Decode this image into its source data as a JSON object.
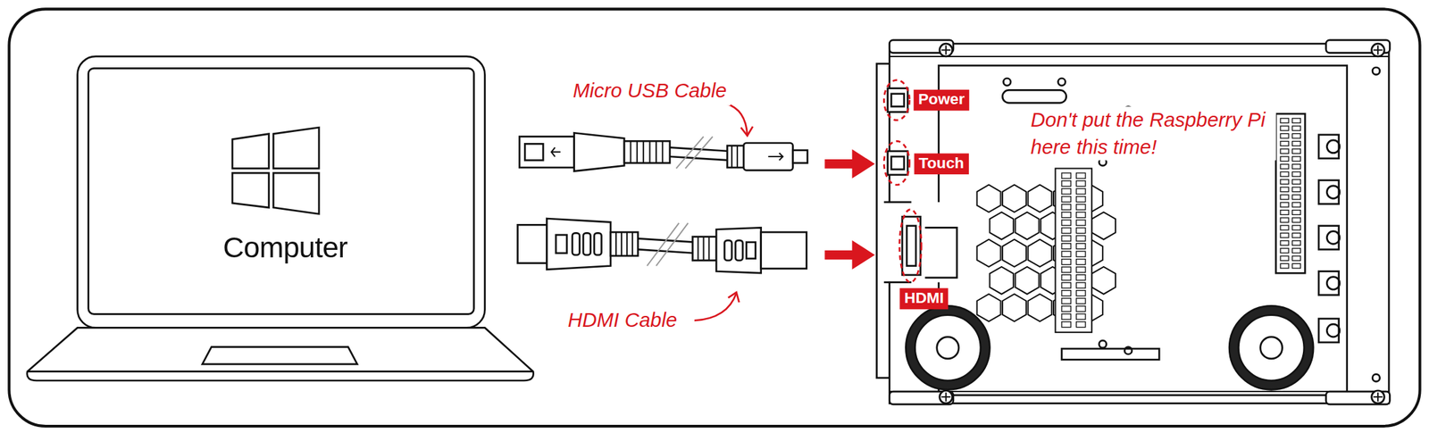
{
  "diagram": {
    "nodes": [
      {
        "text": [
          "Computer"
        ]
      },
      {
        "text": [
          "Power"
        ]
      },
      {
        "text": [
          "Touch"
        ]
      },
      {
        "text": [
          "HDMI"
        ]
      }
    ],
    "labels": [
      "Micro USB Cable",
      "HDMI Cable",
      "Don't put the Raspberry Pi here this time!"
    ]
  }
}
